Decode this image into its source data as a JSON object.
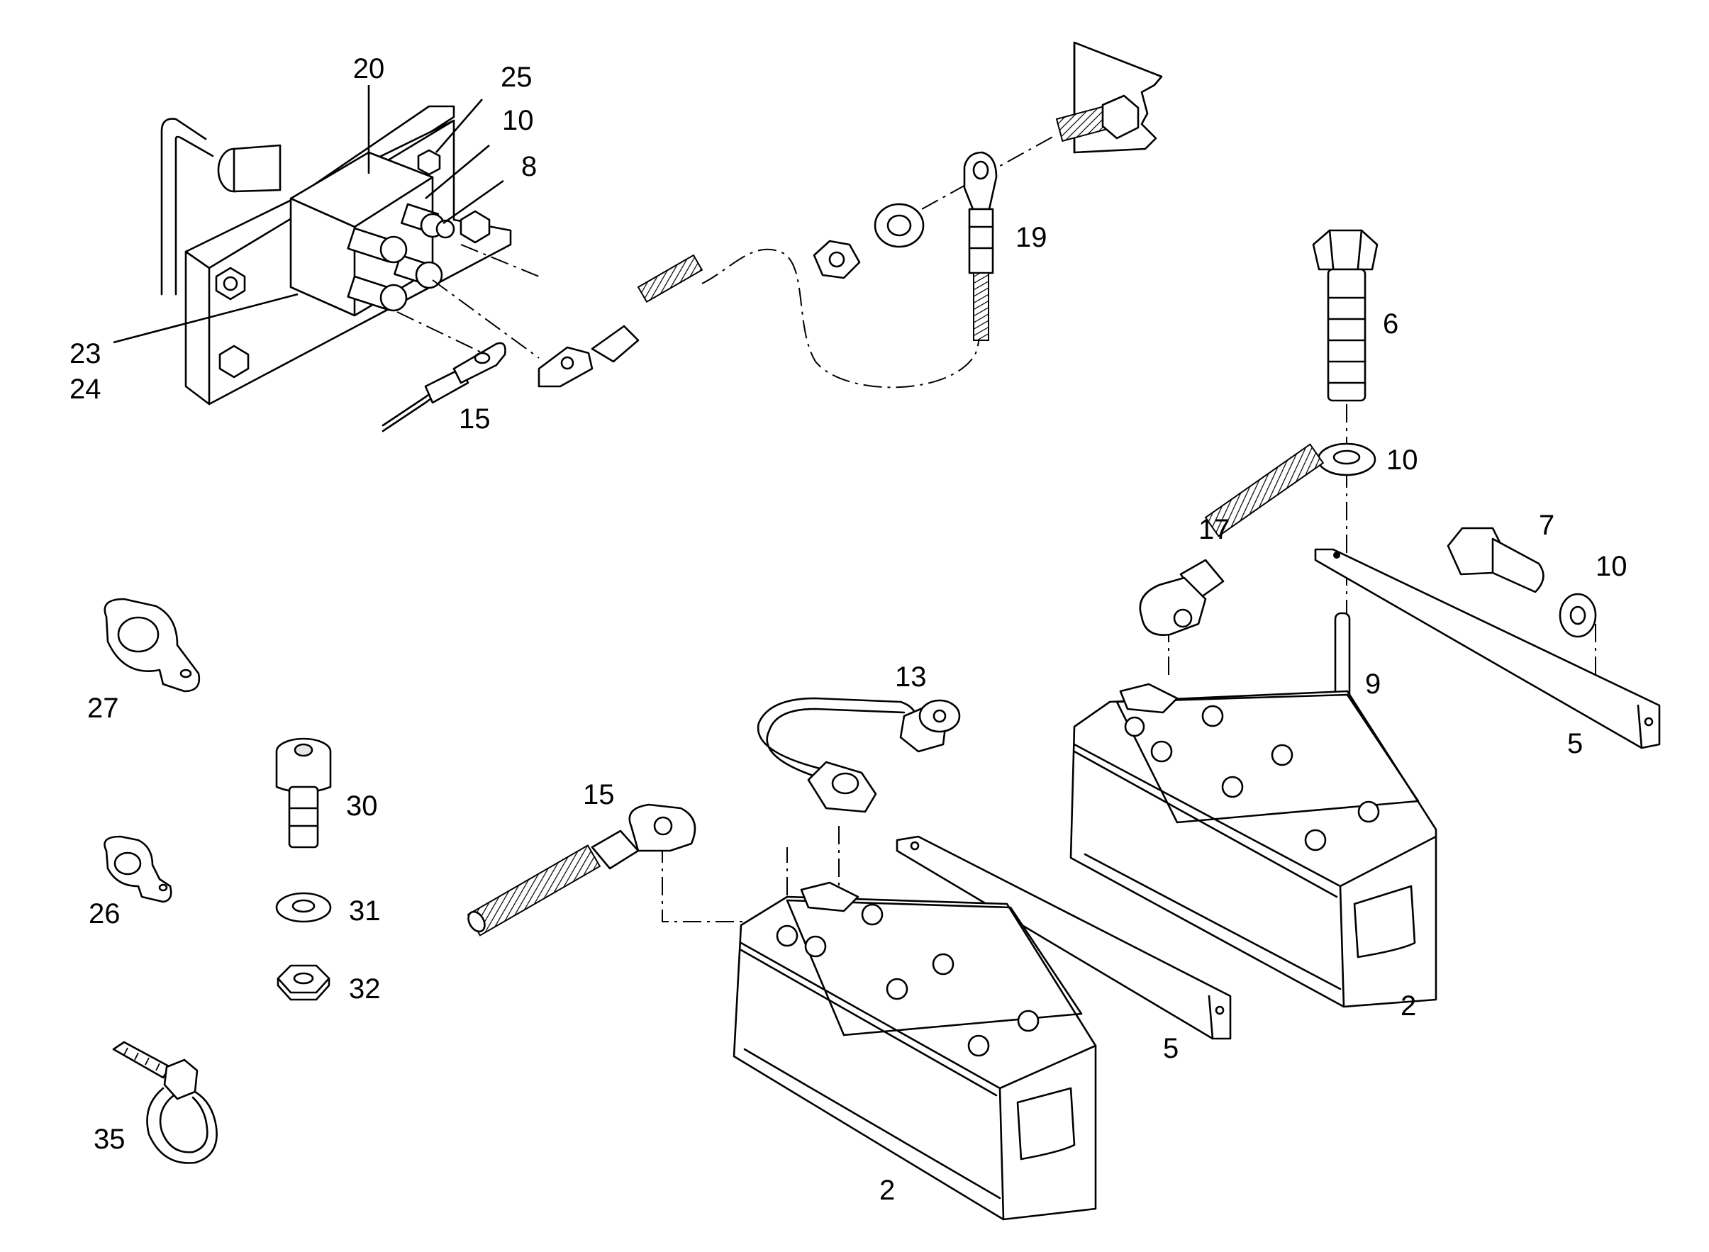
{
  "diagram": {
    "type": "exploded parts diagram",
    "labels": {
      "battery_left": "2",
      "battery_right": "2",
      "strap_left": "5",
      "strap_right": "5",
      "bolt_long": "6",
      "bolt_short": "7",
      "nut_terminal": "8",
      "rod": "9",
      "washer_switch": "10",
      "washer_bolt6": "10",
      "washer_bolt7": "10",
      "jumper_cable": "13",
      "cable_eye_top": "15",
      "cable_clamp_bottom": "15",
      "cable_clamp_right": "17",
      "ground_cable": "19",
      "switch": "20",
      "mount_23": "23",
      "mount_24": "24",
      "nut_25": "25",
      "clip_small": "26",
      "clip_large": "27",
      "screw": "30",
      "washer": "31",
      "nut": "32",
      "cable_tie": "35"
    }
  }
}
